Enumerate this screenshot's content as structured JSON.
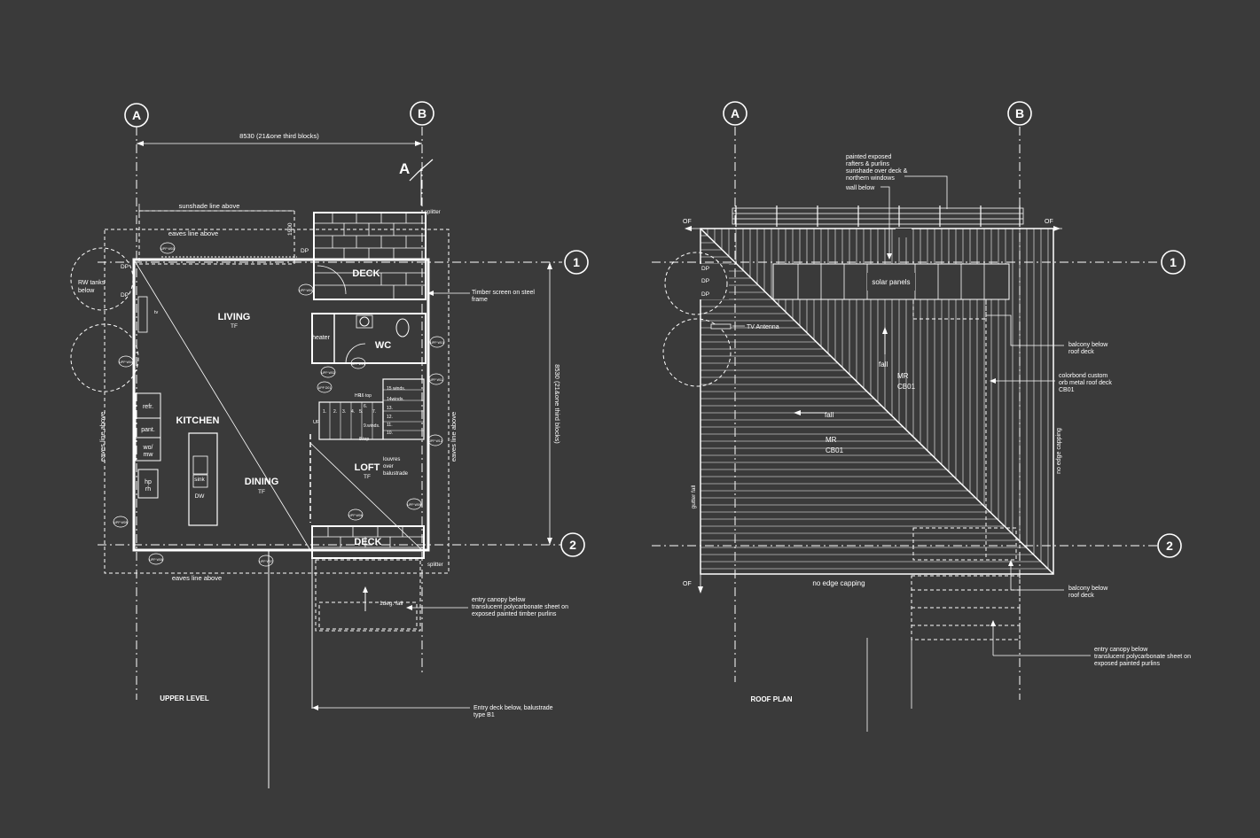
{
  "colors": {
    "background": "#3a3a3a",
    "linework": "#ffffff"
  },
  "upper": {
    "title": "UPPER LEVEL",
    "grid": {
      "a": "A",
      "b": "B",
      "one": "1",
      "two": "2"
    },
    "section_marker": "A",
    "dim_width": "8530 (21&one third blocks)",
    "dim_height": "8530 (21&one third blocks)",
    "sunshade": "sunshade line above",
    "eaves_top": "eaves line above",
    "eaves_bottom": "eaves line above",
    "eaves_left": "eaves line above",
    "eaves_right": "eaves line above",
    "rw_tanks": [
      "RW tanks",
      "below"
    ],
    "dp1": "DP",
    "dp2": "DP",
    "dp3": "DP",
    "splitter_top": "splitter",
    "splitter_bottom": "splitter",
    "dim_1900": "1900",
    "rooms": {
      "living": "LIVING",
      "living_tf": "TF",
      "kitchen": "KITCHEN",
      "dining": "DINING",
      "dining_tf": "TF",
      "loft": "LOFT",
      "loft_tf": "TF",
      "deck_top": "DECK",
      "deck_bottom": "DECK",
      "wc": "WC"
    },
    "fixtures": {
      "refr": "refr.",
      "pant": "pant.",
      "womw1": "wo/",
      "womw2": "mw",
      "hp1": "hp",
      "hp2": "rh",
      "sink": "sink",
      "dw": "DW",
      "heater": "heater",
      "tv": "tv",
      "hr": "HR",
      "up": "UP",
      "louvres": [
        "louvres",
        "over",
        "balustrade"
      ],
      "fall": "1deg. fall"
    },
    "stairs": {
      "s1": "15 winds.",
      "s2": "16 top",
      "s3": "14winds.",
      "s4": "13.",
      "s5": "12.",
      "s6": "11.",
      "s7": "10.",
      "s8": "9.winds.",
      "s9": "7.",
      "s10": "6.",
      "s11": "5.",
      "s12": "4.",
      "s13": "3.",
      "s14": "2.",
      "s15": "1.",
      "s16": "8.top"
    },
    "window_tags": [
      "UPP W03",
      "UPP W04",
      "UPP W05",
      "UPP W08",
      "UPP W07",
      "UPP W06",
      "UPP W09",
      "UPP W10",
      "UPP W11",
      "UPP W12",
      "UPP W01",
      "UPP W02",
      "UPP W13",
      "UPP D01",
      "UPP D02",
      "UPP D03",
      "UPP W14"
    ],
    "notes": {
      "timber_screen": [
        "Timber screen on steel",
        "frame"
      ],
      "entry_canopy": [
        "entry canopy below",
        "translucent polycarbonate sheet on",
        "exposed painted timber purlins"
      ],
      "entry_deck": [
        "Entry deck below, balustrade",
        "type B1"
      ]
    }
  },
  "roof": {
    "title": "ROOF PLAN",
    "grid": {
      "a": "A",
      "b": "B",
      "one": "1",
      "two": "2"
    },
    "rafters_note": [
      "painted exposed",
      "rafters & purlins",
      "sunshade over deck &",
      "northern windows"
    ],
    "wall_below": "wall below",
    "of_left": "OF",
    "of_right": "OF",
    "of_bottom": "OF",
    "dp": "DP",
    "dp2": "DP",
    "dp3": "DP",
    "solar": "solar panels",
    "tv_antenna": "TV Antenna",
    "fall1": "fall",
    "fall2": "fall",
    "mr1": [
      "MR",
      "CB01"
    ],
    "mr2": [
      "MR",
      "CB01"
    ],
    "balcony1": [
      "balcony below",
      "roof deck"
    ],
    "colorbond": [
      "colorbond custom",
      "orb metal roof deck",
      "CB01"
    ],
    "no_edge_right": "no edge capping",
    "no_edge_bottom": "no edge capping",
    "gutter_fall": "gutter fall",
    "balcony2": [
      "balcony below",
      "roof deck"
    ],
    "entry_canopy": [
      "entry canopy below",
      "translucent polycarbonate sheet on",
      "exposed painted purlins"
    ]
  }
}
